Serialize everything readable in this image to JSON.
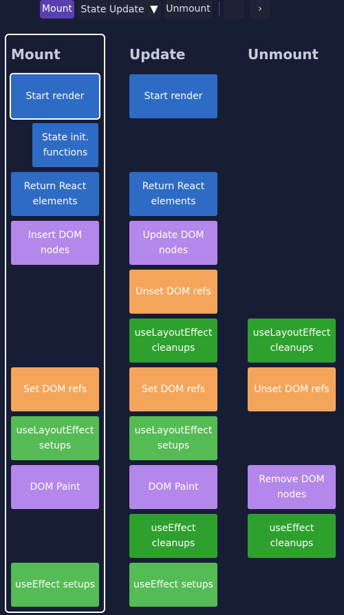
{
  "toolbar": {
    "mount_tab": "Mount",
    "state_update_tab": "State Update",
    "state_update_dropdown_glyph": "▼",
    "unmount_tab": "Unmount",
    "next_glyph": "›"
  },
  "columns": {
    "mount": "Mount",
    "update": "Update",
    "unmount": "Unmount"
  },
  "colors": {
    "render": "#2e6bc4",
    "dom": "#b487eb",
    "refs": "#f5a55a",
    "layout_cleanup": "#2ea02e",
    "effect_setup": "#55bb55"
  },
  "steps": {
    "mount": {
      "start_render": "Start render",
      "state_init": "State init. functions",
      "return_elements": "Return React elements",
      "insert_dom": "Insert DOM nodes",
      "set_refs": "Set DOM refs",
      "layout_setups": "useLayoutEffect setups",
      "dom_paint": "DOM Paint",
      "effect_setups": "useEffect setups"
    },
    "update": {
      "start_render": "Start render",
      "return_elements": "Return React elements",
      "update_dom": "Update DOM nodes",
      "unset_refs": "Unset DOM refs",
      "layout_cleanups": "useLayoutEffect cleanups",
      "set_refs": "Set DOM refs",
      "layout_setups": "useLayoutEffect setups",
      "dom_paint": "DOM Paint",
      "effect_cleanups": "useEffect cleanups",
      "effect_setups": "useEffect setups"
    },
    "unmount": {
      "layout_cleanups": "useLayoutEffect cleanups",
      "unset_refs": "Unset DOM refs",
      "remove_dom": "Remove DOM nodes",
      "effect_cleanups": "useEffect cleanups"
    }
  }
}
